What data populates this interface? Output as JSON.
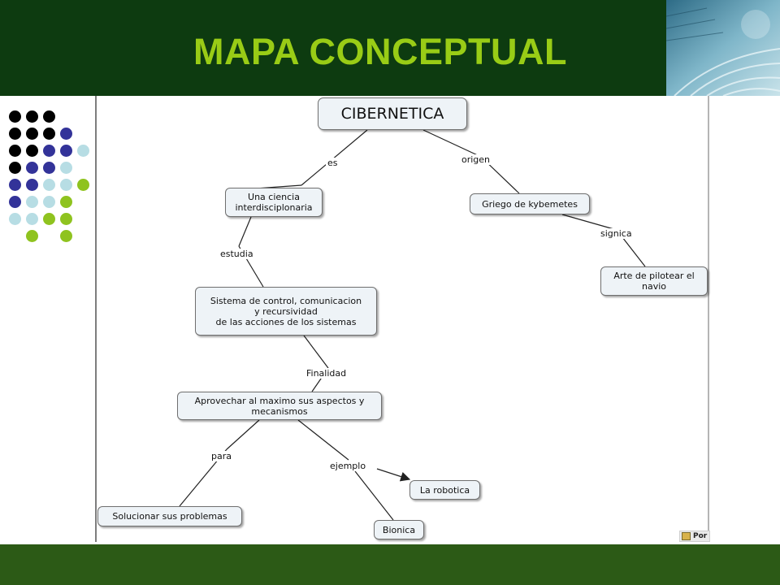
{
  "header": {
    "title": "MAPA CONCEPTUAL"
  },
  "colors": {
    "header_bg": "#0d3b10",
    "title": "#99cc16",
    "footer_bg": "#2c5a16",
    "node_bg": "#eef3f7",
    "dot_black": "#000000",
    "dot_navy": "#333399",
    "dot_light_blue": "#b7dde4",
    "dot_lime": "#8fc31f"
  },
  "decor": {
    "dot_grid": [
      [
        "black",
        "black",
        "black",
        "none",
        "none"
      ],
      [
        "black",
        "black",
        "black",
        "navy",
        "none"
      ],
      [
        "black",
        "black",
        "navy",
        "navy",
        "light_blue"
      ],
      [
        "black",
        "navy",
        "navy",
        "light_blue",
        "none"
      ],
      [
        "navy",
        "navy",
        "light_blue",
        "light_blue",
        "lime"
      ],
      [
        "navy",
        "light_blue",
        "light_blue",
        "lime",
        "none"
      ],
      [
        "light_blue",
        "light_blue",
        "lime",
        "lime",
        "none"
      ],
      [
        "none",
        "lime",
        "none",
        "lime",
        "none"
      ]
    ]
  },
  "concept_map": {
    "nodes": {
      "cibernetica": "CIBERNETICA",
      "ciencia": "Una ciencia\ninterdisciplonaria",
      "griego": "Griego de kybemetes",
      "arte": "Arte de pilotear el\nnavio",
      "sistema": "Sistema de control, comunicacion\ny recursividad\nde las acciones de los sistemas",
      "aprovechar": "Aprovechar al maximo sus  aspectos y\nmecanismos",
      "robotica": "La robotica",
      "solucionar": "Solucionar sus problemas",
      "bionica": "Bionica"
    },
    "links": {
      "es": "es",
      "origen": "origen",
      "signica": "signica",
      "estudia": "estudia",
      "finalidad": "Finalidad",
      "para": "para",
      "ejemplo": "ejemplo"
    }
  },
  "status_icon": {
    "label": "Por"
  }
}
